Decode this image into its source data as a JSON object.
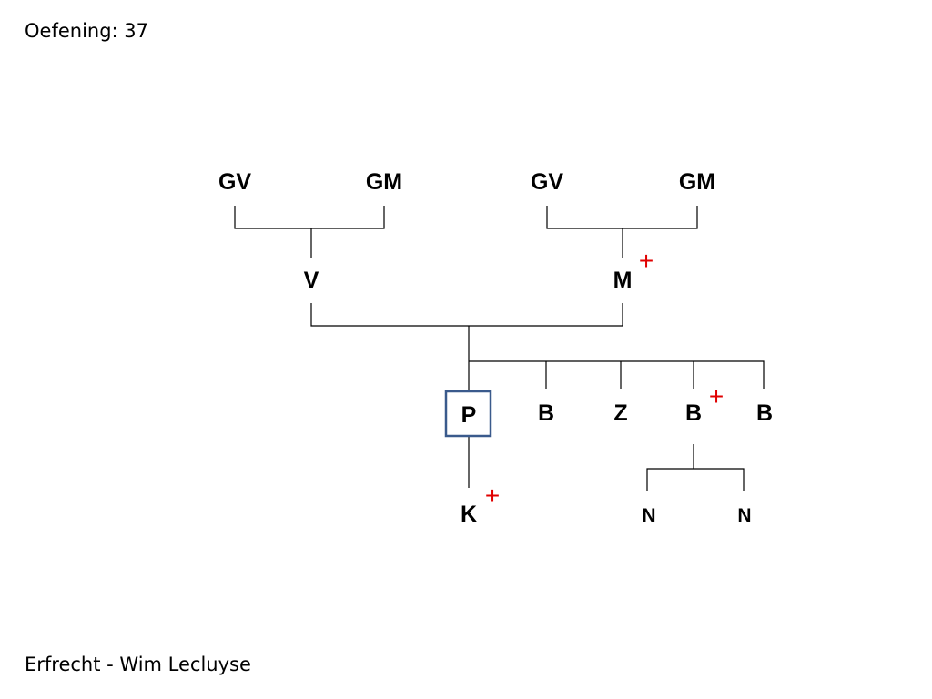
{
  "slide": {
    "title": "Oefening: 37",
    "footer": "Erfrecht - Wim Lecluyse"
  },
  "tree": {
    "paternal_grandfather": "GV",
    "paternal_grandmother": "GM",
    "maternal_grandfather": "GV",
    "maternal_grandmother": "GM",
    "father": "V",
    "mother": "M",
    "person": "P",
    "sibling_1": "B",
    "sibling_2": "Z",
    "sibling_3": "B",
    "sibling_4": "B",
    "child": "K",
    "nephew_1": "N",
    "nephew_2": "N",
    "deceased_marker": "+"
  },
  "colors": {
    "deceased_marker": "#e00000",
    "person_box": "#3a5a8c"
  }
}
